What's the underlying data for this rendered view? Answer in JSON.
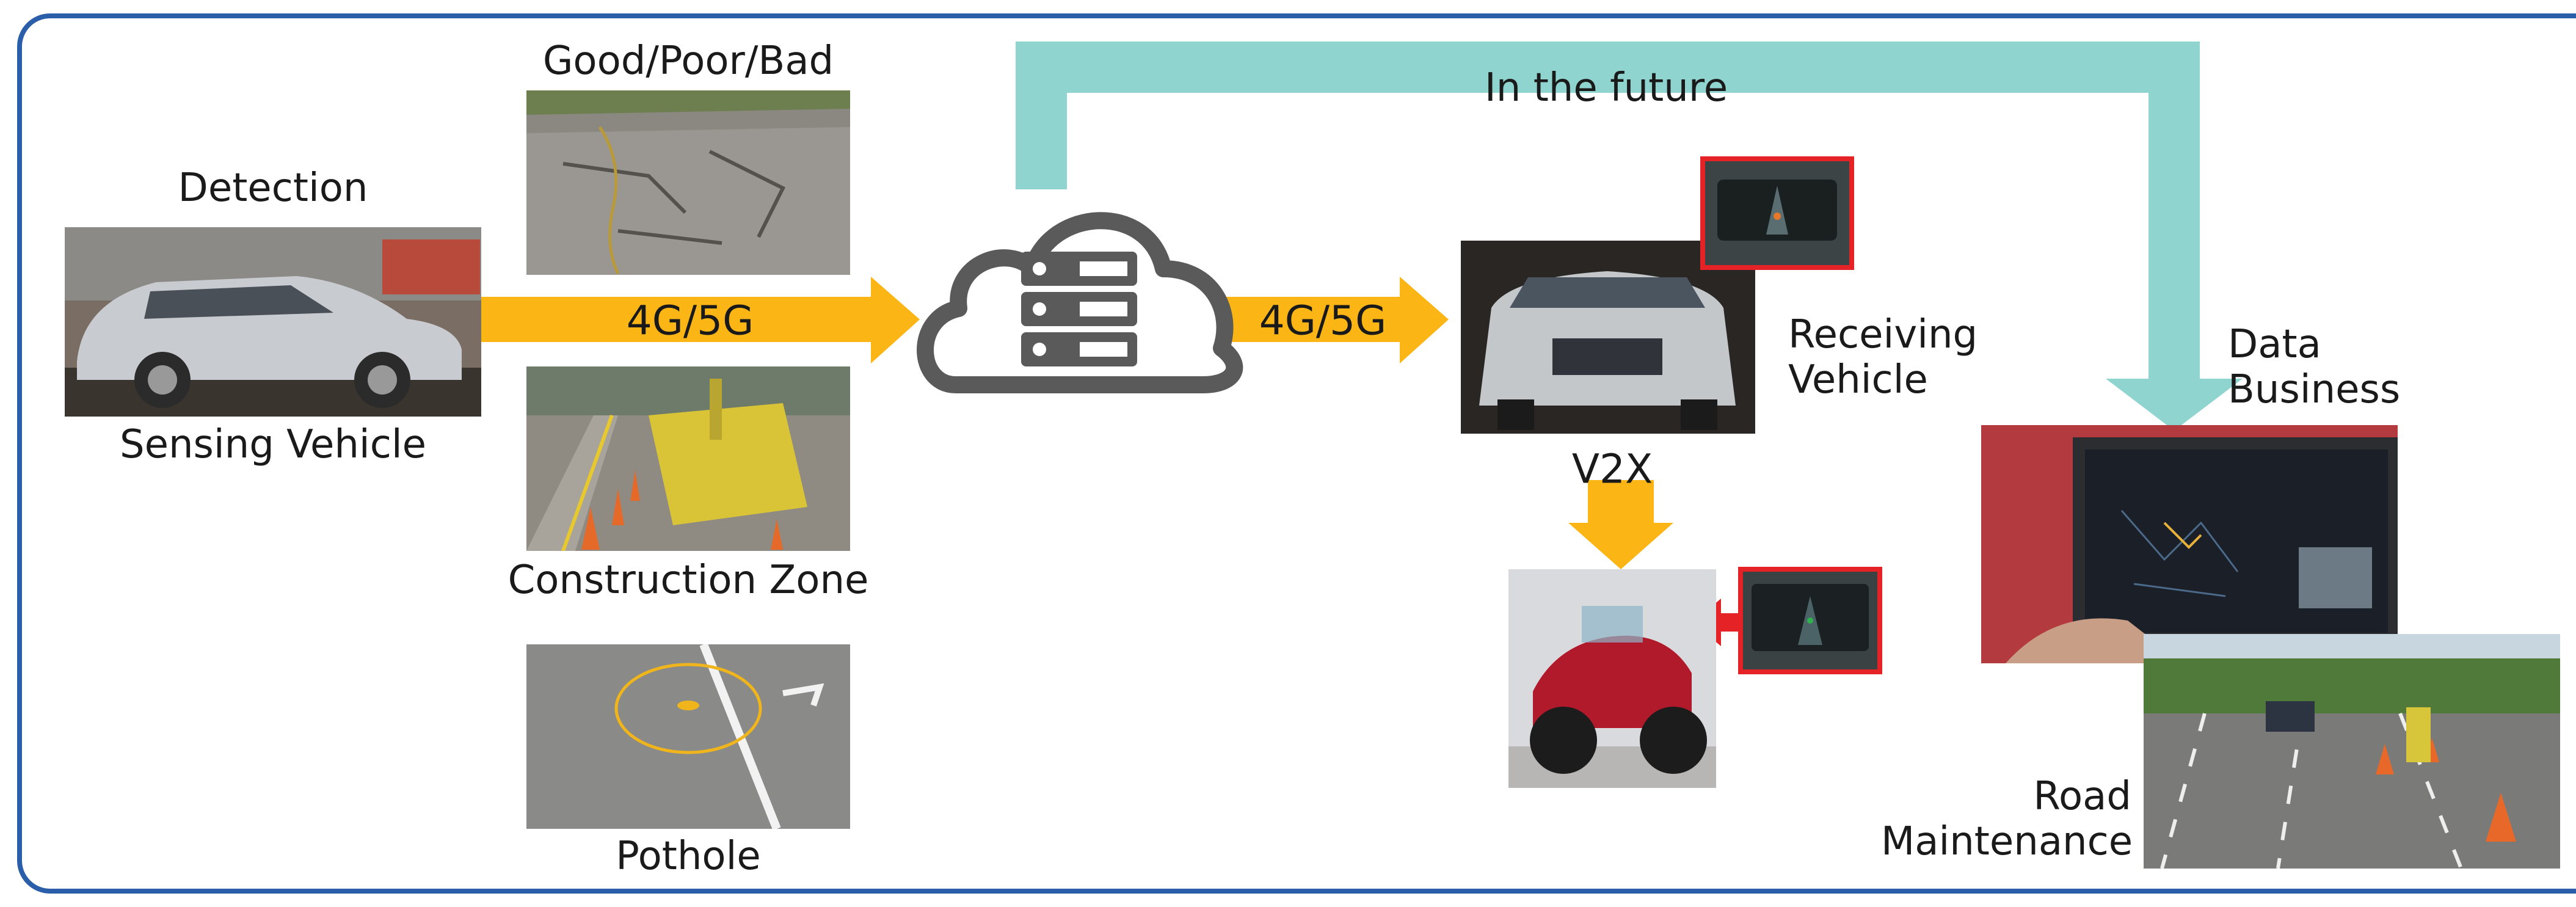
{
  "labels": {
    "detection": "Detection",
    "sensing_vehicle": "Sensing Vehicle",
    "good_poor_bad": "Good/Poor/Bad",
    "construction_zone": "Construction Zone",
    "pothole": "Pothole",
    "in_the_future": "In the future",
    "network_left": "4G/5G",
    "network_right": "4G/5G",
    "receiving_vehicle_line1": "Receiving",
    "receiving_vehicle_line2": "Vehicle",
    "v2x": "V2X",
    "data_business_line1": "Data",
    "data_business_line2": "Business",
    "road_maintenance_line1": "Road",
    "road_maintenance_line2": "Maintenance"
  },
  "colors": {
    "frame_border": "#2a5ea8",
    "orange_arrow": "#fbb616",
    "teal_arrow": "#8fd4cf",
    "cloud_gray": "#5a5a5a",
    "red_box": "#e52226"
  },
  "icons": {
    "cloud": "cloud-server-icon"
  }
}
